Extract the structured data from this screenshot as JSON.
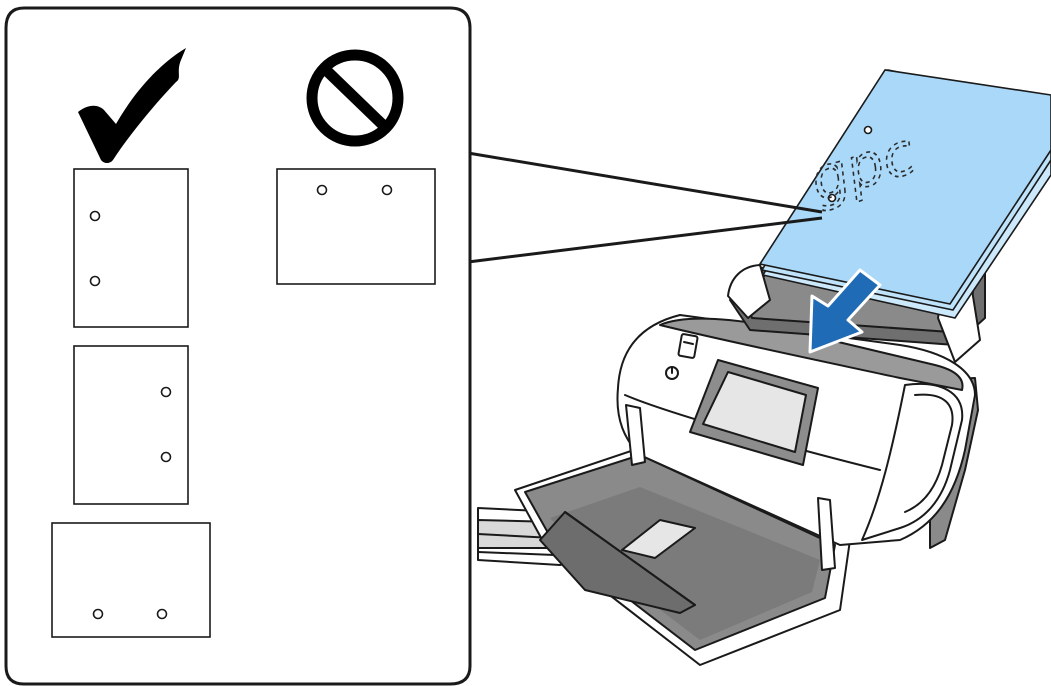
{
  "illustration": {
    "correct_label": "",
    "incorrect_label": "",
    "paper_marking": "gpc",
    "colors": {
      "paper": "#a9d8f8",
      "paper_edge": "#1a1a1a",
      "arrow": "#1f6bb5",
      "scanner_body": "#ffffff",
      "scanner_gray": "#8a8a8a",
      "scanner_dark": "#4d4d4d",
      "outline": "#1a1a1a"
    },
    "icons": {
      "correct": "checkmark-icon",
      "incorrect": "prohibited-icon"
    },
    "correct_examples": [
      {
        "name": "portrait-holes-left"
      },
      {
        "name": "portrait-holes-right"
      },
      {
        "name": "landscape-holes-bottom"
      }
    ],
    "incorrect_examples": [
      {
        "name": "landscape-holes-top"
      }
    ]
  }
}
